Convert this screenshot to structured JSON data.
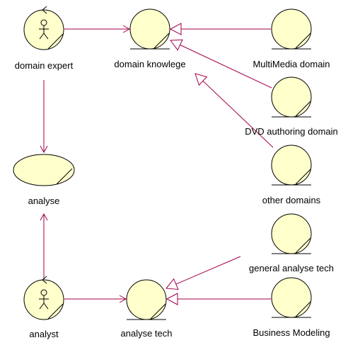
{
  "colors": {
    "node_fill": "#ffffcc",
    "edge": "#a0004a",
    "outline": "#000000"
  },
  "nodes": [
    {
      "id": "domain-expert",
      "kind": "boundary-actor",
      "label": "domain expert",
      "icon": "actor-icon"
    },
    {
      "id": "domain-knowlege",
      "kind": "entity",
      "label": "domain knowlege",
      "icon": "entity-icon"
    },
    {
      "id": "multimedia-domain",
      "kind": "entity",
      "label": "MultiMedia domain",
      "icon": "entity-icon"
    },
    {
      "id": "dvd-authoring-domain",
      "kind": "entity",
      "label": "DVD authoring domain",
      "icon": "entity-icon"
    },
    {
      "id": "other-domains",
      "kind": "entity",
      "label": "other domains",
      "icon": "entity-icon"
    },
    {
      "id": "analyse",
      "kind": "use-case",
      "label": "analyse",
      "icon": "use-case-icon"
    },
    {
      "id": "general-analyse-tech",
      "kind": "entity",
      "label": "general analyse tech",
      "icon": "entity-icon"
    },
    {
      "id": "analyst",
      "kind": "boundary-actor",
      "label": "analyst",
      "icon": "actor-icon"
    },
    {
      "id": "analyse-tech",
      "kind": "entity",
      "label": "analyse tech",
      "icon": "entity-icon"
    },
    {
      "id": "business-modeling",
      "kind": "entity",
      "label": "Business Modeling",
      "icon": "entity-icon"
    }
  ],
  "edges": [
    {
      "from": "domain-expert",
      "to": "domain-knowlege",
      "type": "association"
    },
    {
      "from": "multimedia-domain",
      "to": "domain-knowlege",
      "type": "generalization"
    },
    {
      "from": "dvd-authoring-domain",
      "to": "domain-knowlege",
      "type": "generalization"
    },
    {
      "from": "other-domains",
      "to": "domain-knowlege",
      "type": "generalization"
    },
    {
      "from": "domain-expert",
      "to": "analyse",
      "type": "association"
    },
    {
      "from": "analyst",
      "to": "analyse",
      "type": "association"
    },
    {
      "from": "analyst",
      "to": "analyse-tech",
      "type": "association"
    },
    {
      "from": "general-analyse-tech",
      "to": "analyse-tech",
      "type": "generalization"
    },
    {
      "from": "business-modeling",
      "to": "analyse-tech",
      "type": "generalization"
    }
  ]
}
